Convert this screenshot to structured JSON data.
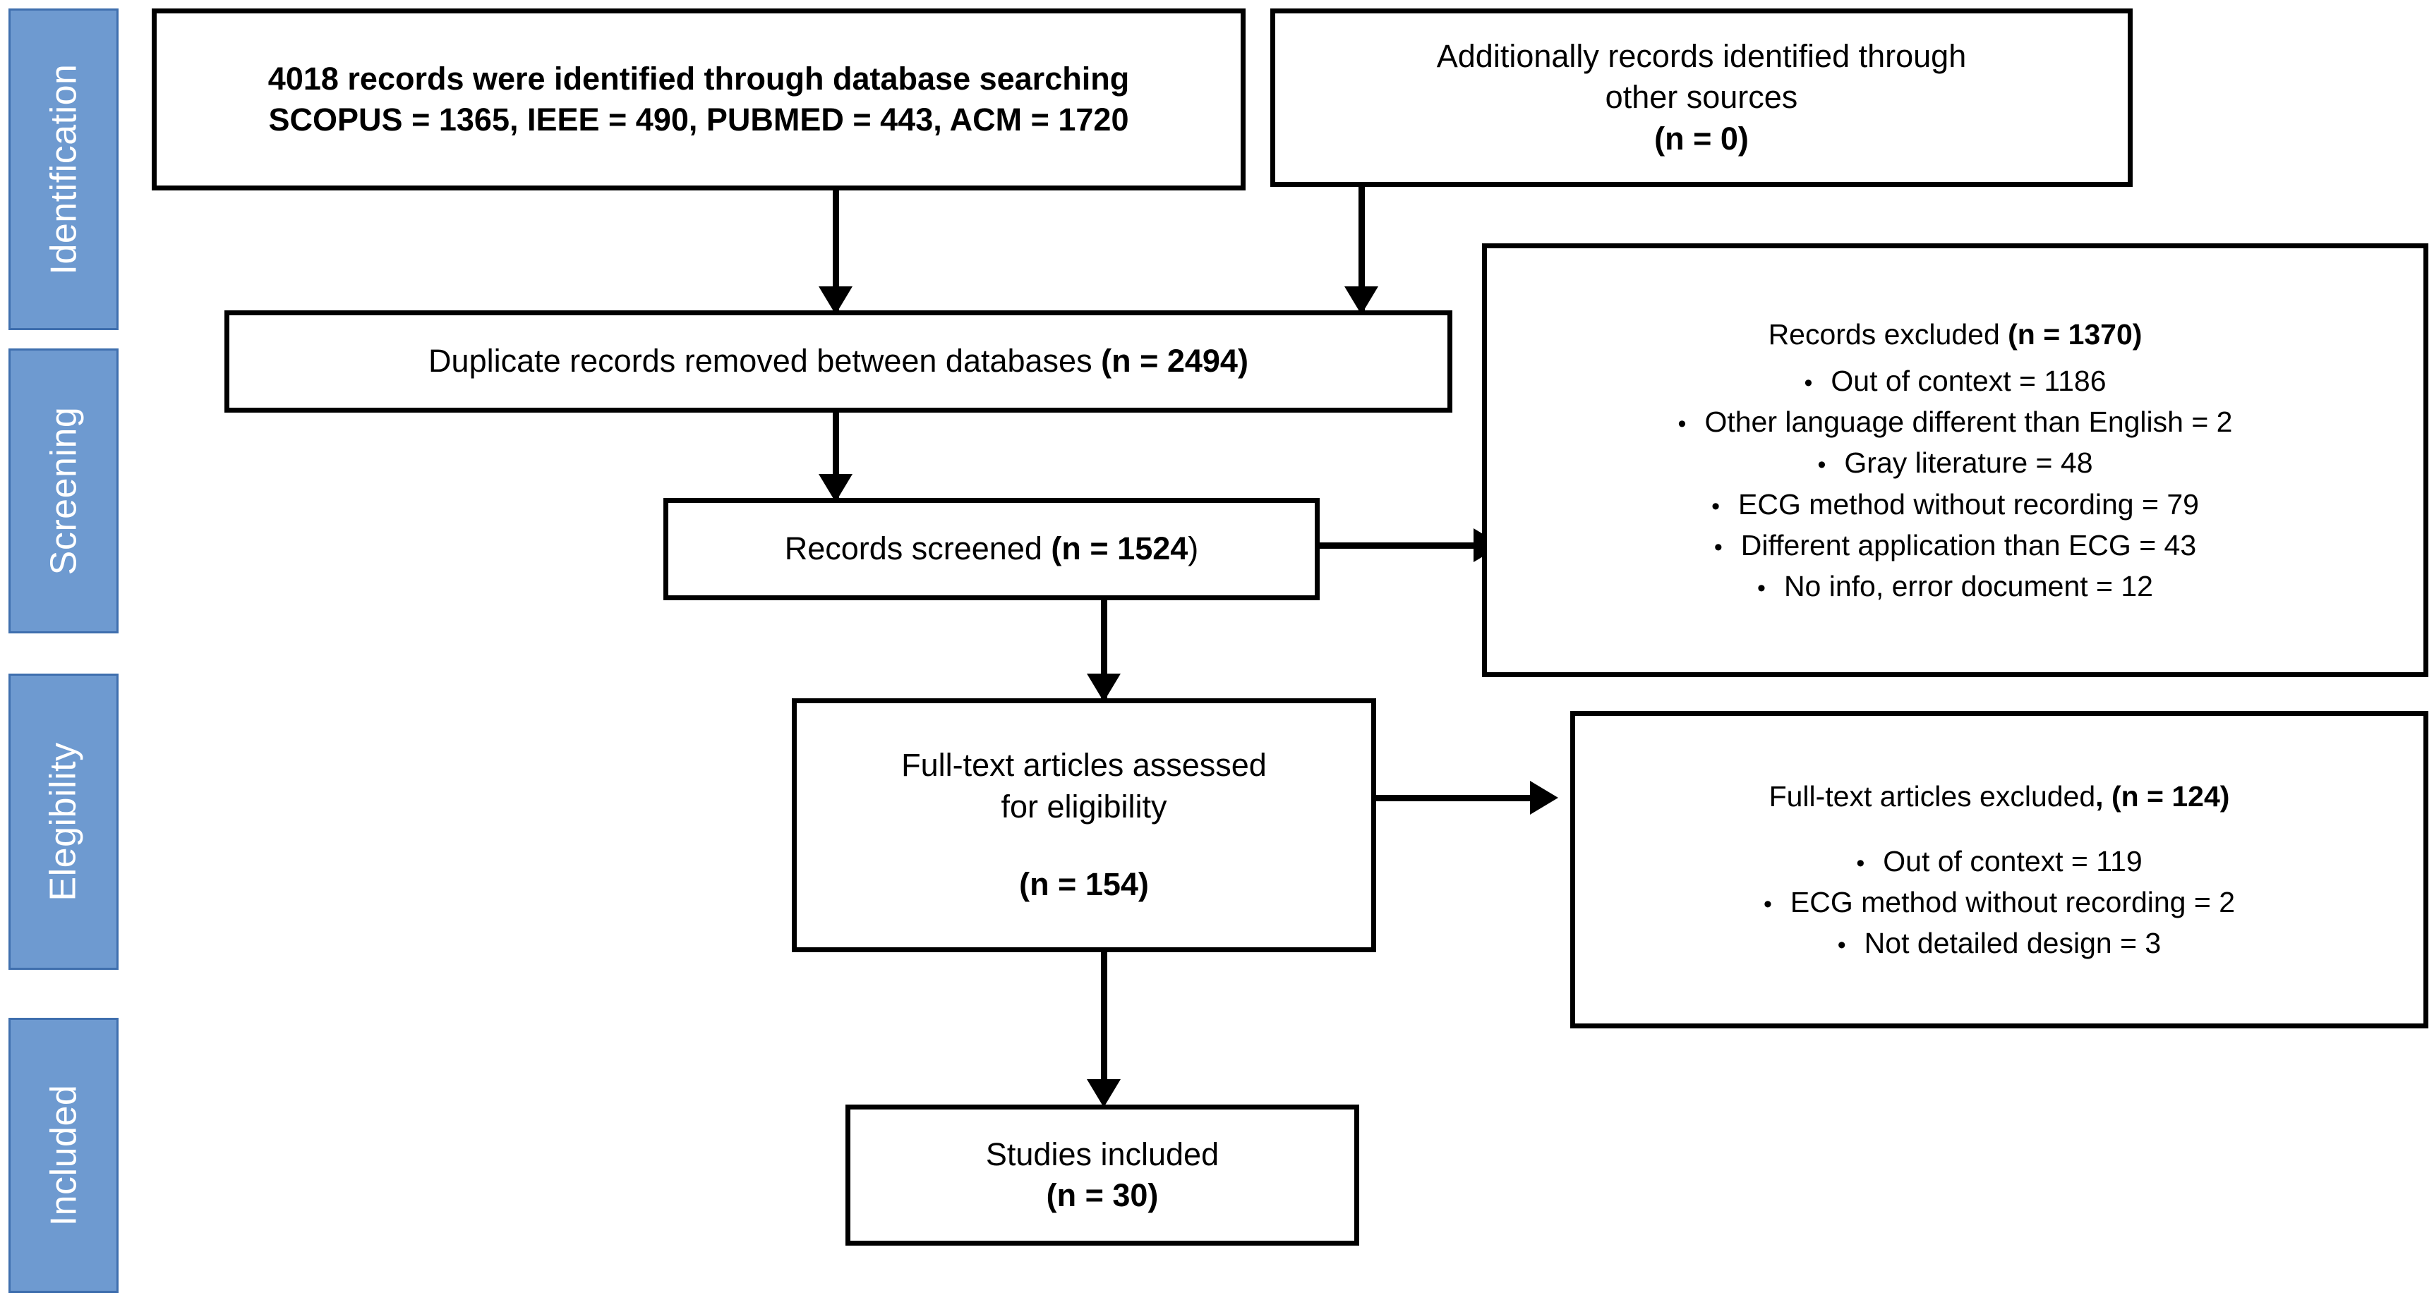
{
  "diagram": {
    "title": "PRISMA flow diagram",
    "stages": [
      {
        "id": "identification",
        "label": "Identification"
      },
      {
        "id": "screening",
        "label": "Screening"
      },
      {
        "id": "elegibility",
        "label": "Elegibility"
      },
      {
        "id": "included",
        "label": "Included"
      }
    ],
    "colors": {
      "stage_fill": "#6E9AD0",
      "stage_border": "#3F6FAE",
      "stage_text": "#FFFFFF",
      "node_border": "#000000",
      "node_fill": "#FFFFFF",
      "connector": "#000000"
    },
    "nodes": {
      "database_search": {
        "line1": "4018 records were identified through database searching",
        "line2": "SCOPUS = 1365, IEEE = 490,  PUBMED = 443, ACM = 1720"
      },
      "other_sources": {
        "line1": "Additionally records identified  through",
        "line2": "other sources",
        "line3": "(n = 0)"
      },
      "duplicates_removed": {
        "text_plain": "Duplicate records removed between databases  ",
        "text_bold": "(n = 2494)"
      },
      "records_screened": {
        "text_plain_prefix": "Records screened ",
        "text_bold": "(n = 1524",
        "text_plain_suffix": ")"
      },
      "records_excluded": {
        "heading_plain": "Records excluded ",
        "heading_bold": "(n = 1370)",
        "items": [
          "Out of context = 1186",
          "Other language different than English = 2",
          "Gray literature = 48",
          "ECG method without recording = 79",
          "Different application than ECG = 43",
          "No info, error document = 12"
        ]
      },
      "fulltext_assessed": {
        "line1": "Full-text articles assessed",
        "line2": "for eligibility",
        "line3": "(n = 154)"
      },
      "fulltext_excluded": {
        "heading_plain": "Full-text articles excluded",
        "heading_bold": ", (n = 124)",
        "items": [
          "Out of context = 119",
          "ECG method without recording = 2",
          "Not detailed design = 3"
        ]
      },
      "studies_included": {
        "line1": "Studies included",
        "line2": "(n = 30)"
      }
    },
    "bullet_glyph": "•"
  }
}
